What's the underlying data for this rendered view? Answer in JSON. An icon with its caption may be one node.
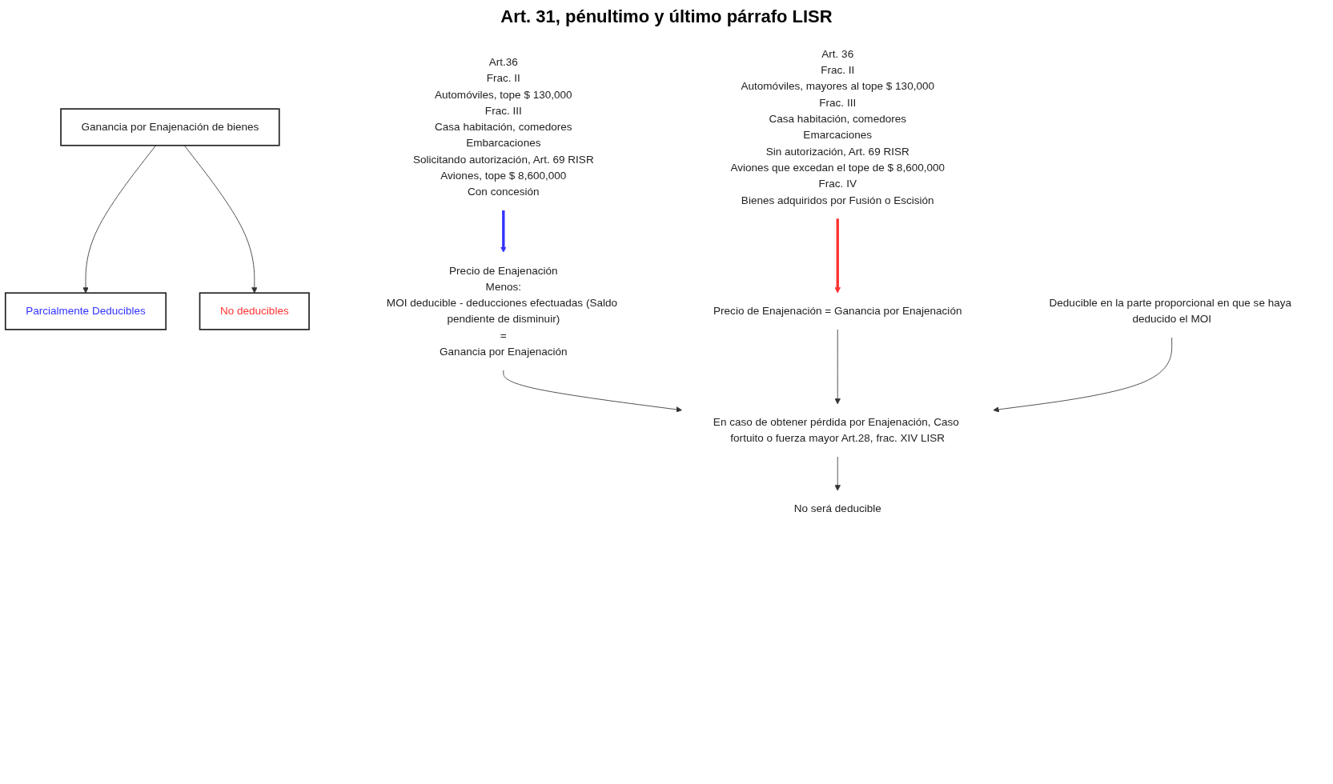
{
  "diagram": {
    "title": "Art. 31, pénultimo y último párrafo LISR",
    "nodes": [
      {
        "text": [
          "Ganancia por Enajenación de bienes"
        ]
      },
      {
        "text": [
          "Parcialmente Deducibles"
        ]
      },
      {
        "text": [
          "No deducibles"
        ]
      },
      {
        "text": [
          "Art.36",
          "Frac. II",
          "Automóviles, tope $ 130,000",
          "Frac. III",
          "Casa habitación, comedores",
          "Embarcaciones",
          "Solicitando autorización, Art. 69 RISR",
          "Aviones, tope $ 8,600,000",
          "Con concesión"
        ]
      },
      {
        "text": [
          "Art. 36",
          "Frac. II",
          "Automóviles, mayores al tope $ 130,000",
          "Frac. III",
          "Casa habitación, comedores",
          "Emarcaciones",
          "Sin autorización, Art. 69 RISR",
          "Aviones que excedan el tope de $ 8,600,000",
          "Frac. IV",
          "Bienes adquiridos por Fusión o Escisión"
        ]
      },
      {
        "text": [
          "Precio de Enajenación",
          "Menos:",
          "MOI deducible - deducciones efectuadas (Saldo pendiente de disminuir)",
          "=",
          "Ganancia por Enajenación"
        ]
      },
      {
        "text": [
          "Precio de Enajenación = Ganancia por Enajenación"
        ]
      },
      {
        "text": [
          "En caso de obtener pérdida por Enajenación, Caso fortuito o fuerza mayor Art.28, frac. XIV LISR"
        ]
      },
      {
        "text": [
          "Deducible en la parte proporcional en que se haya deducido el MOI"
        ]
      },
      {
        "text": [
          "No será deducible"
        ]
      }
    ],
    "edges": [
      {
        "from": 0,
        "to": 1,
        "arrow": "to"
      },
      {
        "from": 0,
        "to": 2,
        "arrow": "to"
      },
      {
        "from": 3,
        "to": 5,
        "arrow": "to",
        "style": "thick",
        "color": "#3333ff"
      },
      {
        "from": 4,
        "to": 6,
        "arrow": "to",
        "style": "thick",
        "color": "#ff3333"
      },
      {
        "from": 5,
        "to": 7,
        "arrow": "to"
      },
      {
        "from": 6,
        "to": 7,
        "arrow": "to"
      },
      {
        "from": 8,
        "to": 7,
        "arrow": "to"
      },
      {
        "from": 7,
        "to": 9,
        "arrow": "to"
      }
    ]
  }
}
